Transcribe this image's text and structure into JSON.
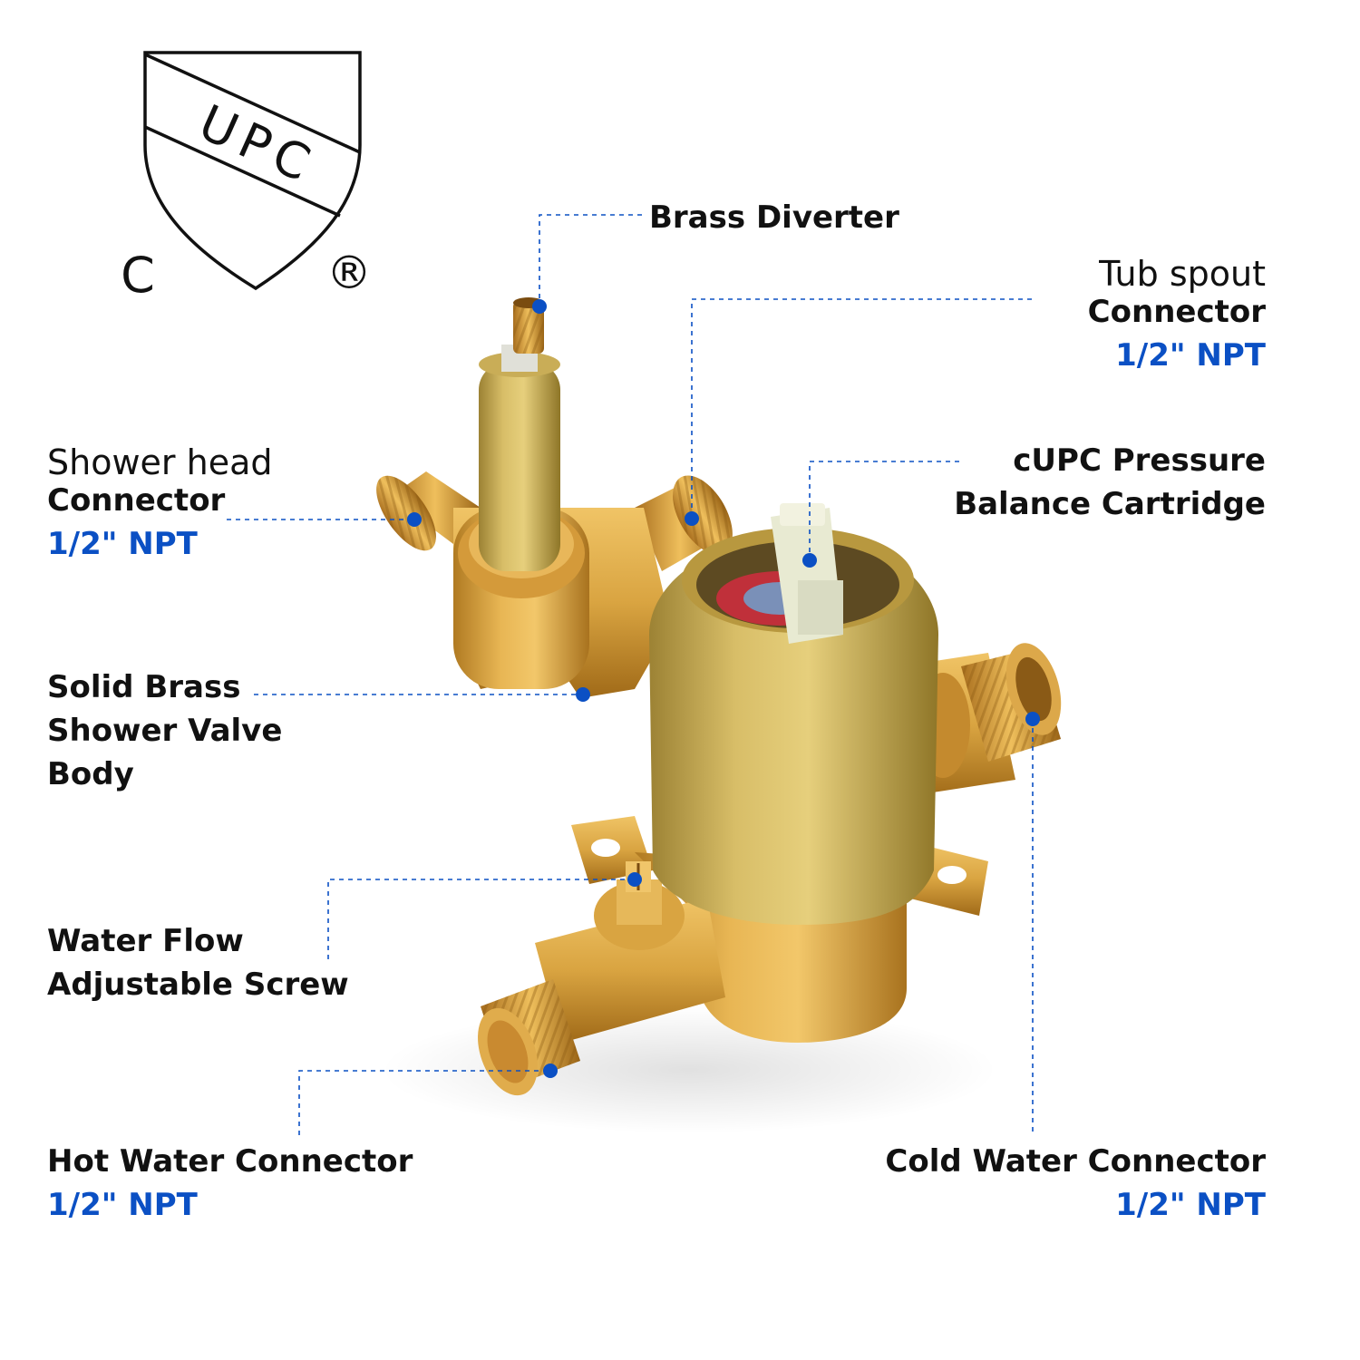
{
  "logo": {
    "mark_text": "UPC",
    "prefix": "C",
    "registered": "®"
  },
  "colors": {
    "accent_blue": "#0b50c4",
    "brass": "#d9a441",
    "brushed_gold": "#c9a94a"
  },
  "labels": {
    "brass_diverter": {
      "line1": "Brass Diverter"
    },
    "tub_spout": {
      "line1": "Tub spout",
      "line2": "Connector",
      "spec": "1/2\" NPT"
    },
    "shower_head": {
      "line1": "Shower head",
      "line2": "Connector",
      "spec": "1/2\" NPT"
    },
    "cartridge": {
      "line1": "cUPC Pressure",
      "line2": "Balance Cartridge"
    },
    "valve_body": {
      "line1": "Solid Brass",
      "line2": "Shower Valve",
      "line3": "Body"
    },
    "flow_screw": {
      "line1": "Water Flow",
      "line2": "Adjustable Screw"
    },
    "hot_water": {
      "line1": "Hot Water Connector",
      "spec": "1/2\" NPT"
    },
    "cold_water": {
      "line1": "Cold Water Connector",
      "spec": "1/2\" NPT"
    }
  }
}
